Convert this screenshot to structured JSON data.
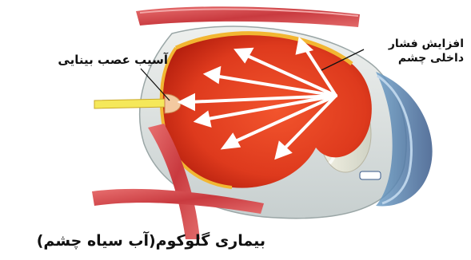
{
  "labels": {
    "nerve_damage": "آسیب عصب بینایی",
    "pressure_line1": "افزایش فشار",
    "pressure_line2": "داخلی چشم"
  },
  "title": "بیماری گلوکوم(آب سیاه چشم)",
  "colors": {
    "interior": "#e0391c",
    "muscle": "#d9474a",
    "retina": "#f2b632",
    "nerve": "#f5e85a",
    "arrow": "#ffffff"
  }
}
